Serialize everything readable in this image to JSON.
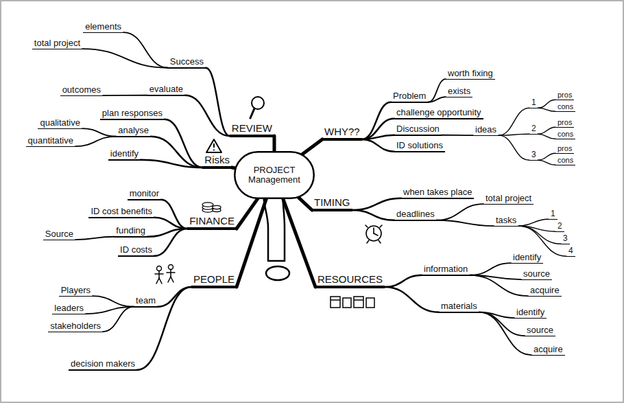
{
  "diagram": {
    "nodes": [
      {
        "text": [
          "PROJECT Management"
        ]
      },
      {
        "text": [
          "REVIEW"
        ]
      },
      {
        "text": [
          "Success"
        ]
      },
      {
        "text": [
          "elements"
        ]
      },
      {
        "text": [
          "total project"
        ]
      },
      {
        "text": [
          "evaluate"
        ]
      },
      {
        "text": [
          "outcomes"
        ]
      },
      {
        "text": [
          "Risks"
        ]
      },
      {
        "text": [
          "plan responses"
        ]
      },
      {
        "text": [
          "analyse"
        ]
      },
      {
        "text": [
          "qualitative"
        ]
      },
      {
        "text": [
          "quantitative"
        ]
      },
      {
        "text": [
          "identify"
        ]
      },
      {
        "text": [
          "FINANCE"
        ]
      },
      {
        "text": [
          "monitor"
        ]
      },
      {
        "text": [
          "ID cost benefits"
        ]
      },
      {
        "text": [
          "funding"
        ]
      },
      {
        "text": [
          "Source"
        ]
      },
      {
        "text": [
          "ID costs"
        ]
      },
      {
        "text": [
          "PEOPLE"
        ]
      },
      {
        "text": [
          "team"
        ]
      },
      {
        "text": [
          "Players"
        ]
      },
      {
        "text": [
          "leaders"
        ]
      },
      {
        "text": [
          "stakeholders"
        ]
      },
      {
        "text": [
          "decision makers"
        ]
      },
      {
        "text": [
          "WHY??"
        ]
      },
      {
        "text": [
          "Problem"
        ]
      },
      {
        "text": [
          "worth fixing"
        ]
      },
      {
        "text": [
          "exists"
        ]
      },
      {
        "text": [
          "challenge opportunity"
        ]
      },
      {
        "text": [
          "Discussion"
        ]
      },
      {
        "text": [
          "ideas"
        ]
      },
      {
        "text": [
          "1"
        ]
      },
      {
        "text": [
          "pros"
        ]
      },
      {
        "text": [
          "cons"
        ]
      },
      {
        "text": [
          "2"
        ]
      },
      {
        "text": [
          "pros"
        ]
      },
      {
        "text": [
          "cons"
        ]
      },
      {
        "text": [
          "3"
        ]
      },
      {
        "text": [
          "pros"
        ]
      },
      {
        "text": [
          "cons"
        ]
      },
      {
        "text": [
          "ID solutions"
        ]
      },
      {
        "text": [
          "TIMING"
        ]
      },
      {
        "text": [
          "when takes place"
        ]
      },
      {
        "text": [
          "deadlines"
        ]
      },
      {
        "text": [
          "total project"
        ]
      },
      {
        "text": [
          "tasks"
        ]
      },
      {
        "text": [
          "1"
        ]
      },
      {
        "text": [
          "2"
        ]
      },
      {
        "text": [
          "3"
        ]
      },
      {
        "text": [
          "4"
        ]
      },
      {
        "text": [
          "RESOURCES"
        ]
      },
      {
        "text": [
          "information"
        ]
      },
      {
        "text": [
          "identify"
        ]
      },
      {
        "text": [
          "source"
        ]
      },
      {
        "text": [
          "acquire"
        ]
      },
      {
        "text": [
          "materials"
        ]
      },
      {
        "text": [
          "identify"
        ]
      },
      {
        "text": [
          "source"
        ]
      },
      {
        "text": [
          "acquire"
        ]
      }
    ],
    "edges": [
      {
        "from": 0,
        "to": 1,
        "arrow": "none"
      },
      {
        "from": 1,
        "to": 2,
        "arrow": "none"
      },
      {
        "from": 2,
        "to": 3,
        "arrow": "none"
      },
      {
        "from": 2,
        "to": 4,
        "arrow": "none"
      },
      {
        "from": 1,
        "to": 5,
        "arrow": "none"
      },
      {
        "from": 5,
        "to": 6,
        "arrow": "none"
      },
      {
        "from": 0,
        "to": 7,
        "arrow": "none"
      },
      {
        "from": 7,
        "to": 8,
        "arrow": "none"
      },
      {
        "from": 7,
        "to": 9,
        "arrow": "none"
      },
      {
        "from": 9,
        "to": 10,
        "arrow": "none"
      },
      {
        "from": 9,
        "to": 11,
        "arrow": "none"
      },
      {
        "from": 7,
        "to": 12,
        "arrow": "none"
      },
      {
        "from": 0,
        "to": 13,
        "arrow": "none"
      },
      {
        "from": 13,
        "to": 14,
        "arrow": "none"
      },
      {
        "from": 13,
        "to": 15,
        "arrow": "none"
      },
      {
        "from": 13,
        "to": 16,
        "arrow": "none"
      },
      {
        "from": 16,
        "to": 17,
        "arrow": "none"
      },
      {
        "from": 13,
        "to": 18,
        "arrow": "none"
      },
      {
        "from": 0,
        "to": 19,
        "arrow": "none"
      },
      {
        "from": 19,
        "to": 20,
        "arrow": "none"
      },
      {
        "from": 20,
        "to": 21,
        "arrow": "none"
      },
      {
        "from": 20,
        "to": 22,
        "arrow": "none"
      },
      {
        "from": 20,
        "to": 23,
        "arrow": "none"
      },
      {
        "from": 19,
        "to": 24,
        "arrow": "none"
      },
      {
        "from": 0,
        "to": 25,
        "arrow": "none"
      },
      {
        "from": 25,
        "to": 26,
        "arrow": "none"
      },
      {
        "from": 26,
        "to": 27,
        "arrow": "none"
      },
      {
        "from": 26,
        "to": 28,
        "arrow": "none"
      },
      {
        "from": 25,
        "to": 29,
        "arrow": "none"
      },
      {
        "from": 25,
        "to": 30,
        "arrow": "none"
      },
      {
        "from": 30,
        "to": 31,
        "arrow": "none"
      },
      {
        "from": 31,
        "to": 32,
        "arrow": "none"
      },
      {
        "from": 32,
        "to": 33,
        "arrow": "none"
      },
      {
        "from": 32,
        "to": 34,
        "arrow": "none"
      },
      {
        "from": 31,
        "to": 35,
        "arrow": "none"
      },
      {
        "from": 35,
        "to": 36,
        "arrow": "none"
      },
      {
        "from": 35,
        "to": 37,
        "arrow": "none"
      },
      {
        "from": 31,
        "to": 38,
        "arrow": "none"
      },
      {
        "from": 38,
        "to": 39,
        "arrow": "none"
      },
      {
        "from": 38,
        "to": 40,
        "arrow": "none"
      },
      {
        "from": 25,
        "to": 41,
        "arrow": "none"
      },
      {
        "from": 0,
        "to": 42,
        "arrow": "none"
      },
      {
        "from": 42,
        "to": 43,
        "arrow": "none"
      },
      {
        "from": 42,
        "to": 44,
        "arrow": "none"
      },
      {
        "from": 44,
        "to": 45,
        "arrow": "none"
      },
      {
        "from": 44,
        "to": 46,
        "arrow": "none"
      },
      {
        "from": 46,
        "to": 47,
        "arrow": "none"
      },
      {
        "from": 46,
        "to": 48,
        "arrow": "none"
      },
      {
        "from": 46,
        "to": 49,
        "arrow": "none"
      },
      {
        "from": 46,
        "to": 50,
        "arrow": "none"
      },
      {
        "from": 0,
        "to": 51,
        "arrow": "none"
      },
      {
        "from": 51,
        "to": 52,
        "arrow": "none"
      },
      {
        "from": 52,
        "to": 53,
        "arrow": "none"
      },
      {
        "from": 52,
        "to": 54,
        "arrow": "none"
      },
      {
        "from": 52,
        "to": 55,
        "arrow": "none"
      },
      {
        "from": 51,
        "to": 56,
        "arrow": "none"
      },
      {
        "from": 56,
        "to": 57,
        "arrow": "none"
      },
      {
        "from": 56,
        "to": 58,
        "arrow": "none"
      },
      {
        "from": 56,
        "to": 59,
        "arrow": "none"
      }
    ]
  }
}
